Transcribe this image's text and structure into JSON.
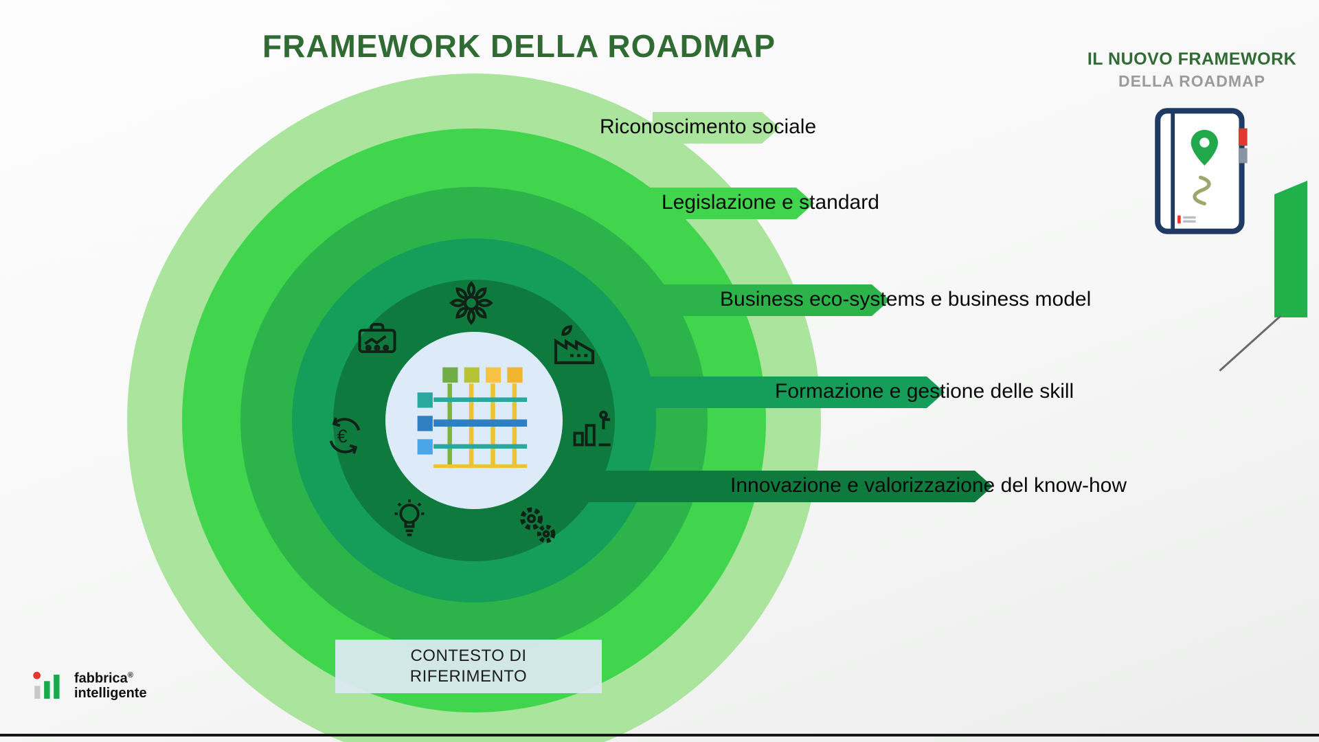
{
  "title": "FRAMEWORK DELLA ROADMAP",
  "rings": [
    {
      "label": "Riconoscimento sociale",
      "color": "#aae49d"
    },
    {
      "label": "Legislazione e standard",
      "color": "#41d54e"
    },
    {
      "label": "Business eco-systems e business model",
      "color": "#2cb44a"
    },
    {
      "label": "Formazione e gestione delle skill",
      "color": "#149e59"
    },
    {
      "label": "Innovazione e valorizzazione del know-how",
      "color": "#0e7a3e"
    }
  ],
  "center_box": {
    "line1": "CONTESTO DI",
    "line2": "RIFERIMENTO"
  },
  "legend": {
    "line1": "IL NUOVO FRAMEWORK",
    "line2": "DELLA ROADMAP"
  },
  "logo": {
    "line1": "fabbrica",
    "reg": "®",
    "line2": "intelligente"
  },
  "colors": {
    "title": "#2f6b33",
    "center_circle": "#dcebf7",
    "accent_green": "#21b14a",
    "navy": "#1f3a63",
    "red": "#e0392e",
    "legend_sub": "#9b9b9b"
  },
  "icons": {
    "around_center": [
      "sun-gear-icon",
      "briefcase-icon",
      "eco-factory-icon",
      "circular-economy-euro-icon",
      "growth-chart-icon",
      "lightbulb-icon",
      "gears-icon"
    ],
    "center": "roadmap-matrix-icon",
    "legend": "roadmap-notebook-icon",
    "logo": "bar-chart-logo-icon",
    "euro_symbol": "€"
  }
}
